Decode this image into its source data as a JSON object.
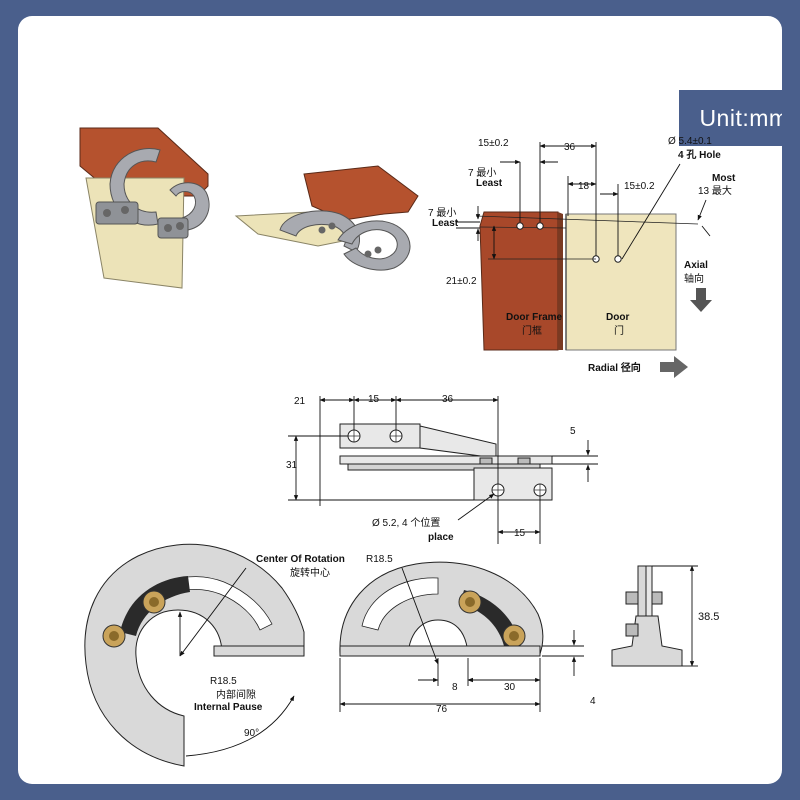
{
  "unit_badge": "Unit:mm",
  "install_view": {
    "dims": {
      "d1": "15±0.2",
      "d2": "36",
      "least1_num": "7 最小",
      "least1_en": "Least",
      "least2_num": "7 最小",
      "least2_en": "Least",
      "d3": "18",
      "d4": "15±0.2",
      "hole_dia": "Ø 5.4±0.1",
      "hole_count": "4 孔 Hole",
      "most_en": "Most",
      "most_num": "13 最大",
      "d5": "21±0.2"
    },
    "labels": {
      "axial_en": "Axial",
      "axial_cn": "轴向",
      "door_frame_en": "Door Frame",
      "door_frame_cn": "门框",
      "door_en": "Door",
      "door_cn": "门",
      "radial": "Radial 径向"
    }
  },
  "side_view": {
    "d21": "21",
    "d15_top": "15",
    "d36": "36",
    "d5": "5",
    "d31": "31",
    "hole_note": "Ø 5.2, 4 个位置",
    "hole_note_en": "place",
    "d15_bottom": "15"
  },
  "front_views": {
    "center_label": "Center Of Rotation",
    "center_radius": "R18.5",
    "center_cn": "旋转中心",
    "inner_radius": "R18.5",
    "inner_cn": "内部间隙",
    "inner_en": "Internal Pause",
    "angle": "90°",
    "d8": "8",
    "d30": "30",
    "d76": "76",
    "d4": "4",
    "d38_5": "38.5"
  }
}
